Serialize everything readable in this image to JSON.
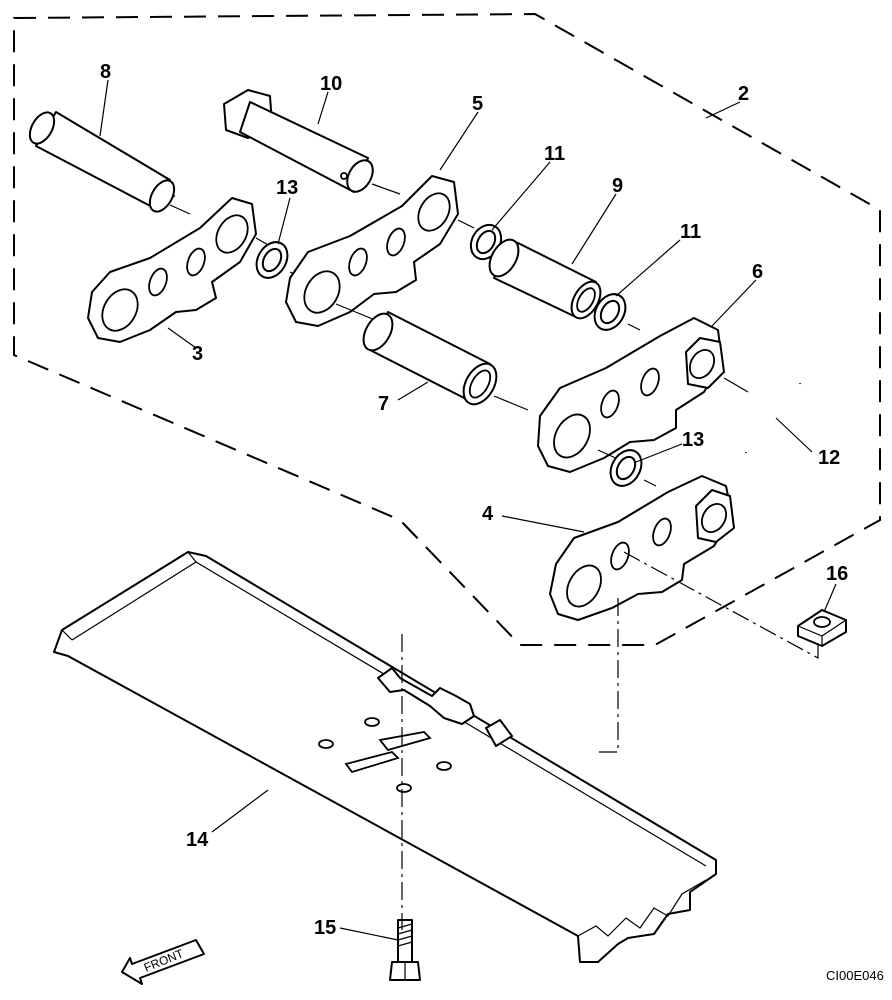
{
  "diagram": {
    "callouts": {
      "c2": "2",
      "c3": "3",
      "c4": "4",
      "c5": "5",
      "c6": "6",
      "c7": "7",
      "c8": "8",
      "c9": "9",
      "c10": "10",
      "c11a": "11",
      "c11b": "11",
      "c12": "12",
      "c13a": "13",
      "c13b": "13",
      "c14": "14",
      "c15": "15",
      "c16": "16"
    },
    "front_arrow": "FRONT",
    "drawing_code": "CI00E046"
  }
}
